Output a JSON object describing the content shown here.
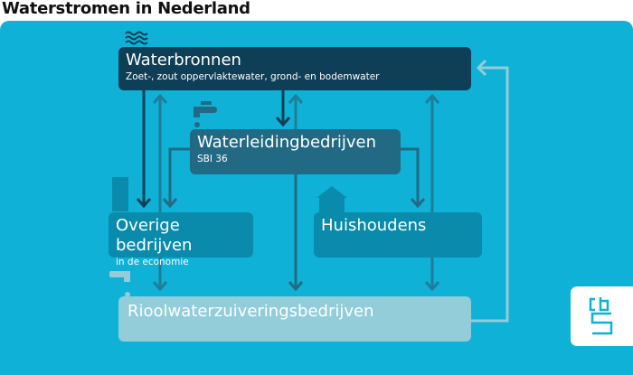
{
  "title": "Waterstromen in Nederland",
  "nodes": {
    "waterbronnen": {
      "label": "Waterbronnen",
      "sub": "Zoet-, zout oppervlaktewater, grond- en bodemwater"
    },
    "waterleiding": {
      "label": "Waterleidingbedrijven",
      "sub": "SBI 36"
    },
    "overige": {
      "label": "Overige bedrijven",
      "sub": "in de economie"
    },
    "huishoudens": {
      "label": "Huishoudens"
    },
    "riool": {
      "label": "Rioolwaterzuiveringsbedrijven"
    }
  },
  "logo": "cbs",
  "colors": {
    "background": "#0fb1d6",
    "waterbronnen": "#0e3f57",
    "waterleiding": "#226a83",
    "users": "#0a8bab",
    "riool": "#92cdd9"
  }
}
